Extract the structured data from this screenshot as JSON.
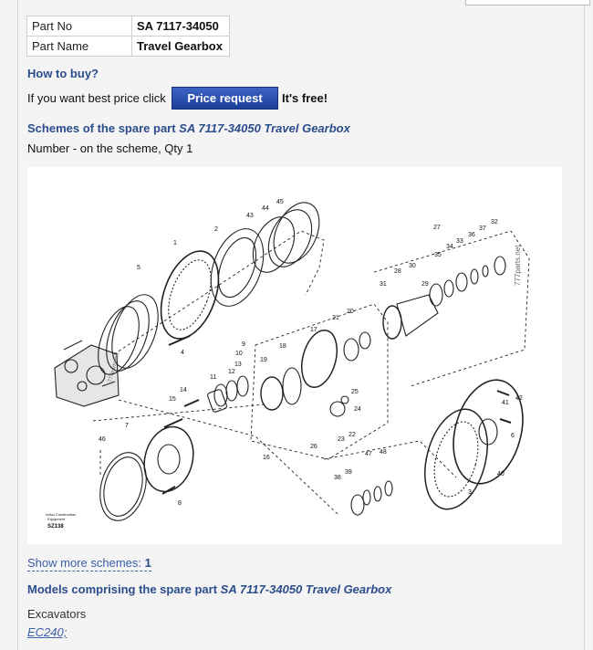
{
  "part_table": {
    "rows": [
      {
        "label": "Part No",
        "value": "SA 7117-34050"
      },
      {
        "label": "Part Name",
        "value": "Travel Gearbox"
      }
    ]
  },
  "how_to_buy": {
    "heading": "How to buy?",
    "prompt": "If you want best price click",
    "button_label": "Price request",
    "suffix": "It's free!"
  },
  "schemes": {
    "heading_prefix": "Schemes of the spare part ",
    "heading_part": "SA 7117-34050 Travel Gearbox",
    "subtitle": "Number - on the scheme, Qty 1",
    "diagram": {
      "watermark": "777parts.net",
      "caption_line1": "Volvo Construction",
      "caption_line2": "Equipment",
      "code": "SZ138",
      "numbers": [
        "1",
        "2",
        "3",
        "4",
        "5",
        "6",
        "7",
        "8",
        "9",
        "10",
        "11",
        "12",
        "13",
        "14",
        "15",
        "16",
        "17",
        "18",
        "19",
        "20",
        "21",
        "22",
        "23",
        "24",
        "25",
        "26",
        "27",
        "28",
        "29",
        "30",
        "31",
        "32",
        "33",
        "34",
        "35",
        "36",
        "37",
        "38",
        "39",
        "40",
        "41",
        "42",
        "43",
        "44",
        "45",
        "46",
        "47",
        "48"
      ]
    },
    "show_more_label": "Show more schemes:",
    "show_more_count": "1"
  },
  "models": {
    "heading_prefix": "Models comprising the spare part ",
    "heading_part": "SA 7117-34050 Travel Gearbox",
    "category": "Excavators",
    "model_link": "EC240;"
  }
}
